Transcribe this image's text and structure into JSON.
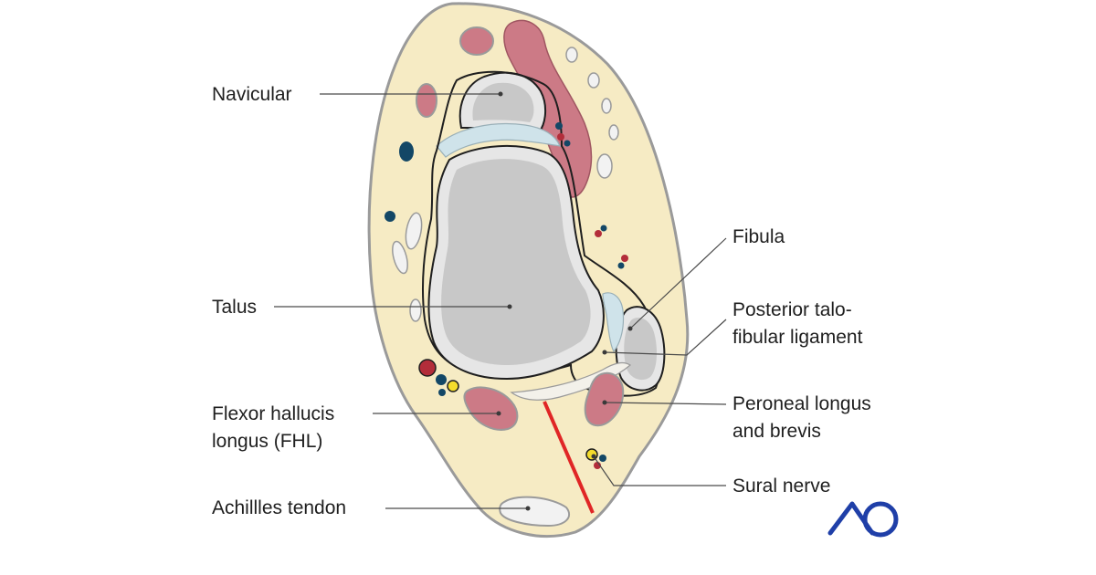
{
  "labels": {
    "navicular": "Navicular",
    "talus": "Talus",
    "fhl_line1": "Flexor hallucis",
    "fhl_line2": "longus (FHL)",
    "achilles": "Achillles tendon",
    "fibula": "Fibula",
    "ptfl_line1": "Posterior talo-",
    "ptfl_line2": "fibular ligament",
    "peroneal_line1": "Peroneal longus",
    "peroneal_line2": "and brevis",
    "sural": "Sural nerve"
  },
  "logo": {
    "text": "AO",
    "color": "#1f3fa8"
  },
  "colors": {
    "skin_fill": "#f6ebc4",
    "skin_outline": "#9a9a9a",
    "bone_outer": "#e6e6e6",
    "bone_inner": "#c8c8c8",
    "muscle": "#cc7a86",
    "cartilage": "#cfe3ea",
    "vein": "#134766",
    "artery": "#b32d3a",
    "nerve": "#f4dc2c",
    "incision": "#e02626"
  }
}
